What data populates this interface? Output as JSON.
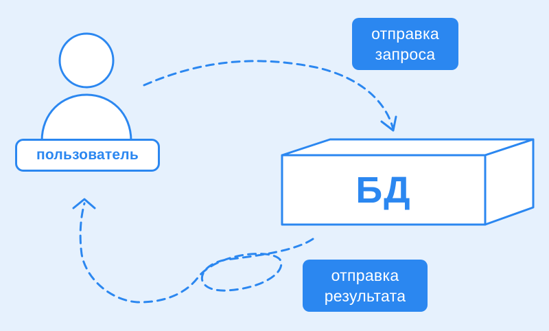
{
  "colors": {
    "background": "#e6f1fd",
    "accent": "#2b87f0",
    "box_fill": "#ffffff"
  },
  "user": {
    "label": "пользователь",
    "icon": "person-icon"
  },
  "database": {
    "label": "БД",
    "icon": "box-3d"
  },
  "flows": {
    "request": {
      "line1": "отправка",
      "line2": "запроса"
    },
    "result": {
      "line1": "отправка",
      "line2": "результата"
    }
  }
}
